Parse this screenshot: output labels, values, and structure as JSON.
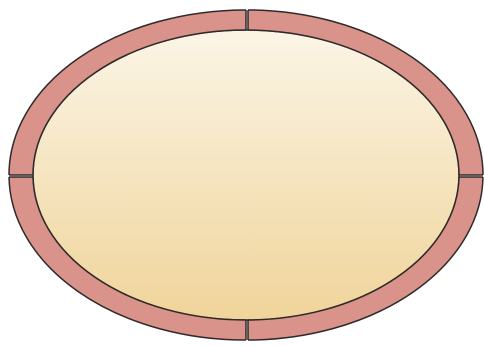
{
  "diagram": {
    "description_shapes": [
      "outer-ring-segment-top-left",
      "outer-ring-segment-top-right",
      "outer-ring-segment-bottom-left",
      "outer-ring-segment-bottom-right",
      "inner-lumen"
    ],
    "colors": {
      "ring_fill": "#d9938a",
      "ring_stroke": "#2f2a2a",
      "lumen_top": "#fbf5e6",
      "lumen_bottom": "#f0d49a",
      "background": "#ffffff"
    },
    "segment_count": 4
  }
}
